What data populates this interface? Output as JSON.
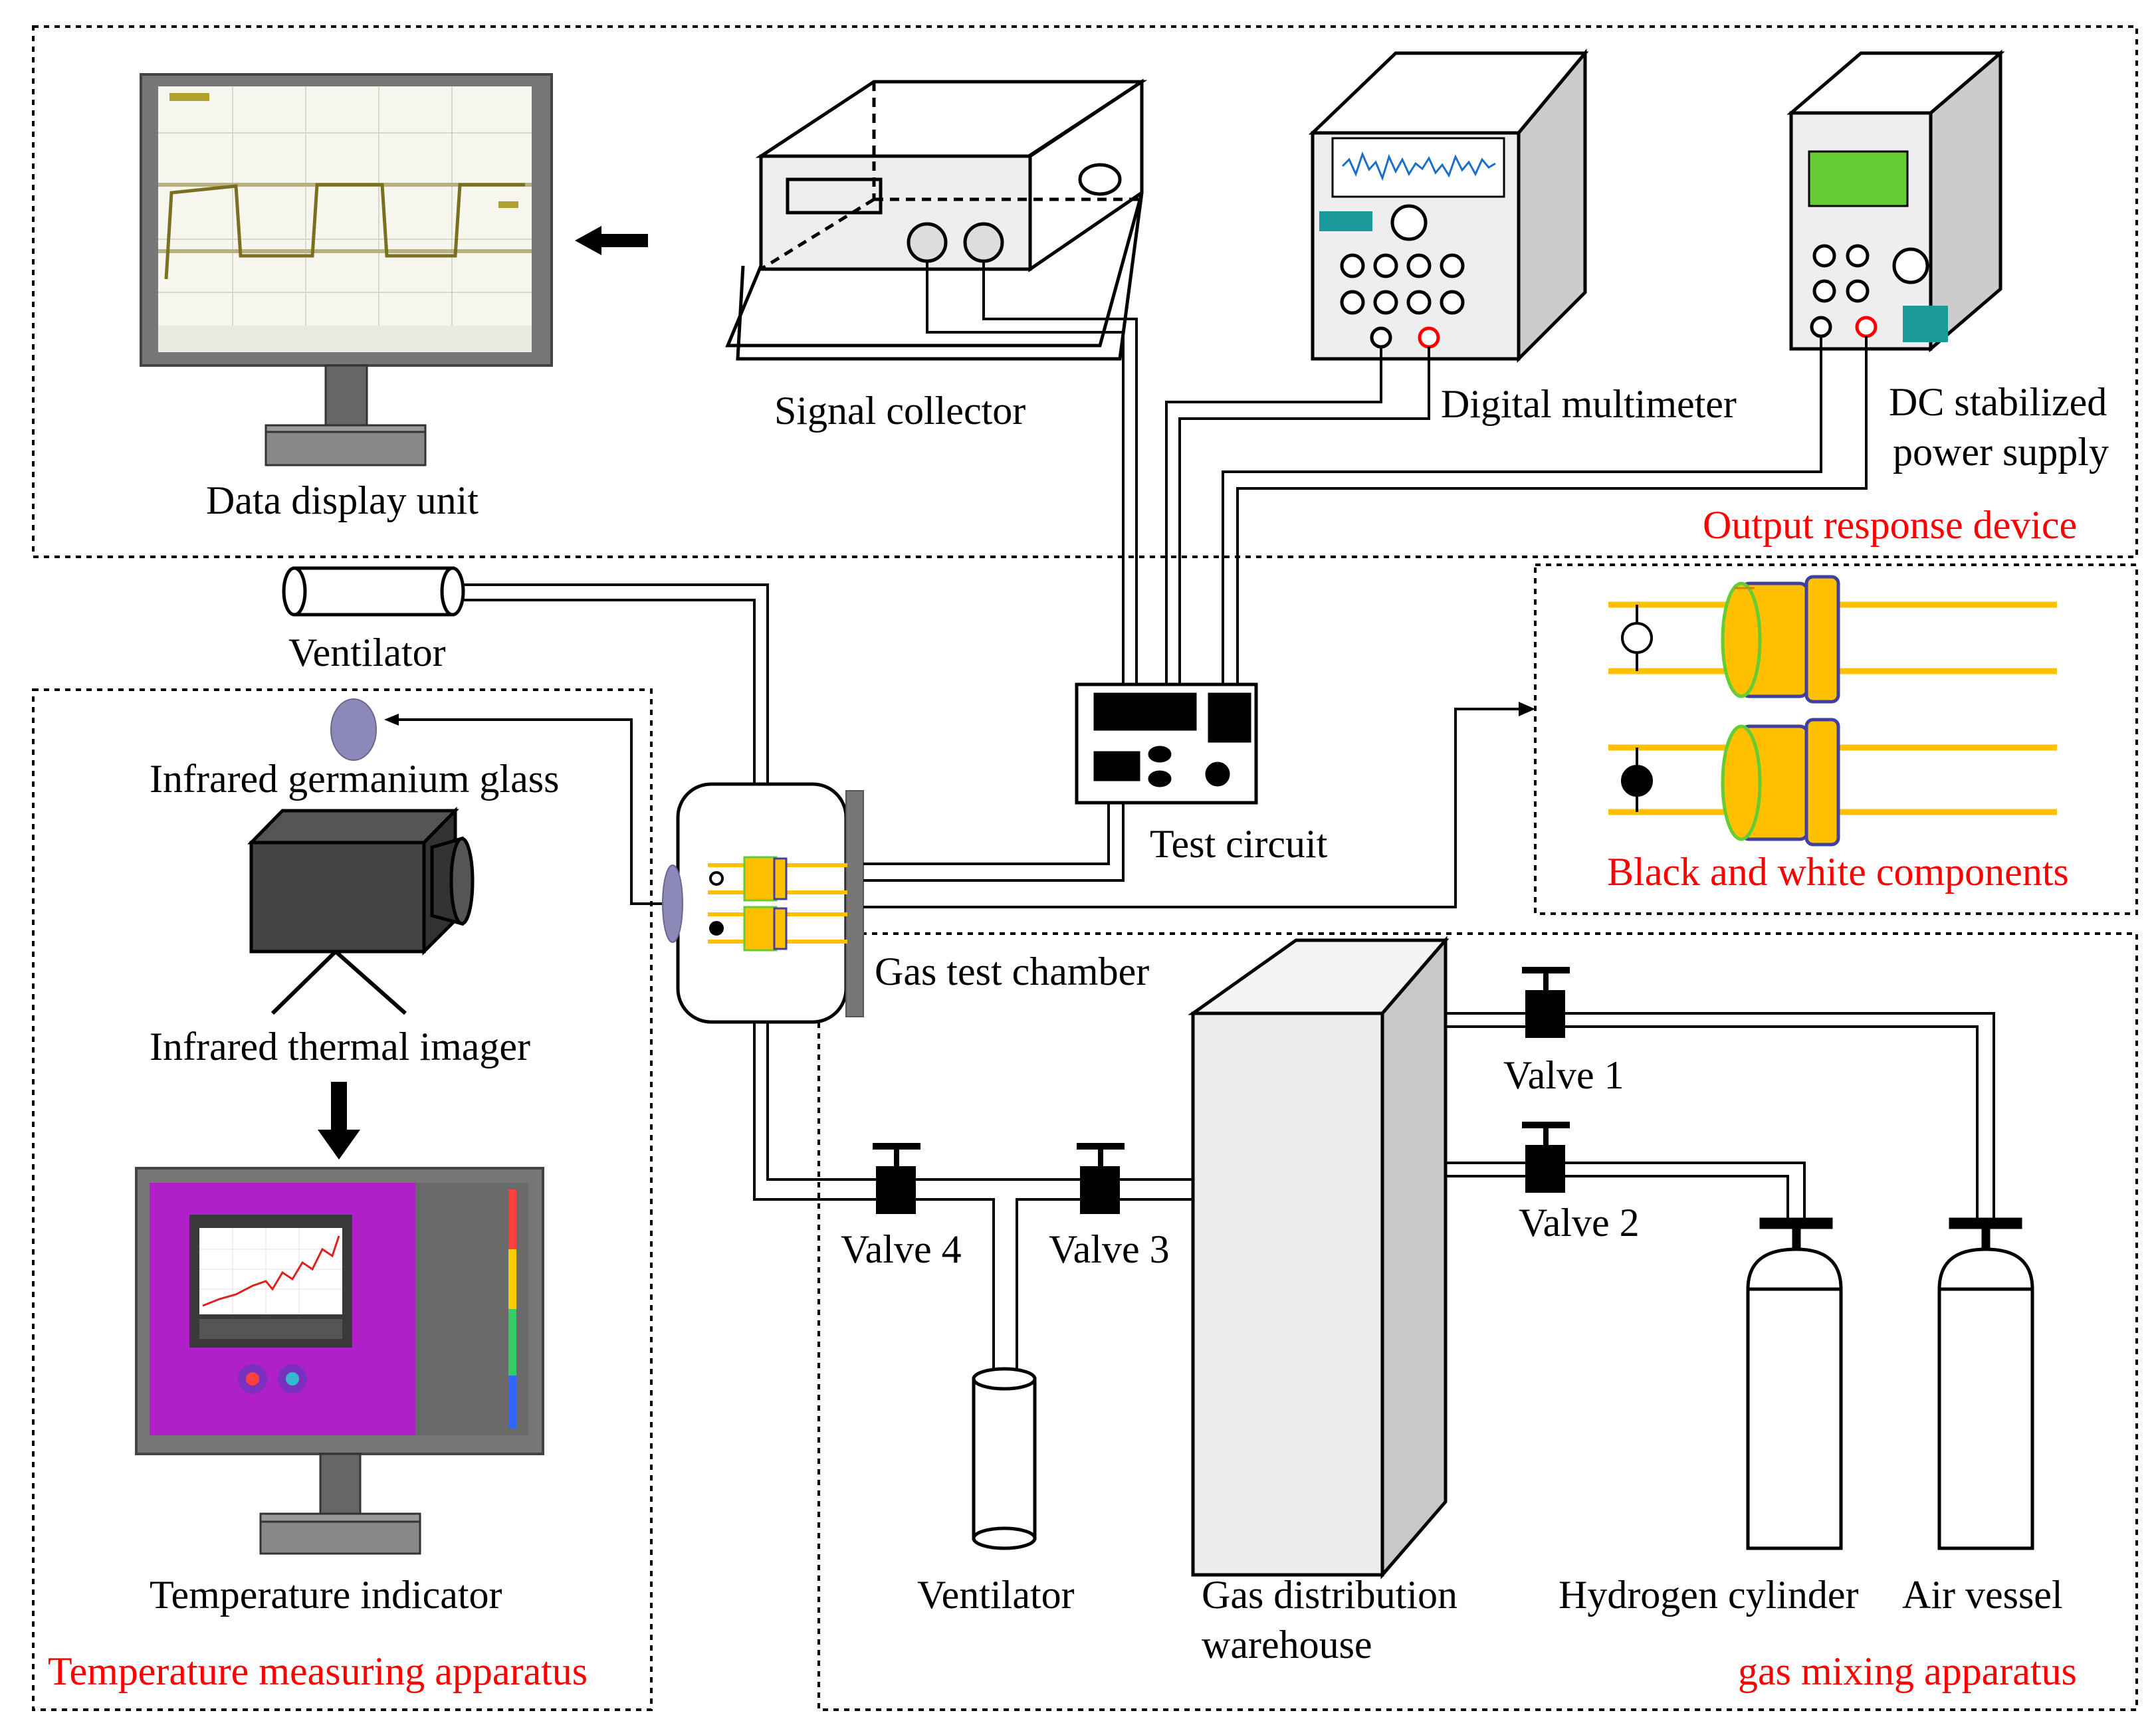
{
  "labels": {
    "data_display": "Data display unit",
    "signal_collector": "Signal collector",
    "digital_multimeter": "Digital multimeter",
    "dc_supply_1": "DC stabilized",
    "dc_supply_2": "power supply",
    "output_response": "Output response device",
    "ventilator_top": "Ventilator",
    "infrared_glass": "Infrared germanium glass",
    "thermal_imager": "Infrared thermal imager",
    "temp_indicator": "Temperature indicator",
    "temp_apparatus": "Temperature measuring apparatus",
    "test_circuit": "Test circuit",
    "gas_chamber": "Gas test chamber",
    "bw_components": "Black and white components",
    "valve1": "Valve 1",
    "valve2": "Valve 2",
    "valve3": "Valve 3",
    "valve4": "Valve 4",
    "ventilator_bottom": "Ventilator",
    "gas_dist_1": "Gas distribution",
    "gas_dist_2": "warehouse",
    "hydrogen": "Hydrogen cylinder",
    "air_vessel": "Air vessel",
    "gas_mixing": "gas mixing apparatus"
  },
  "colors": {
    "label_red": "#ff0000",
    "wire_yellow": "#ffc000",
    "lcd_green": "#66cc33",
    "teal": "#1a9a9a",
    "thermal_magenta": "#b020c8"
  }
}
